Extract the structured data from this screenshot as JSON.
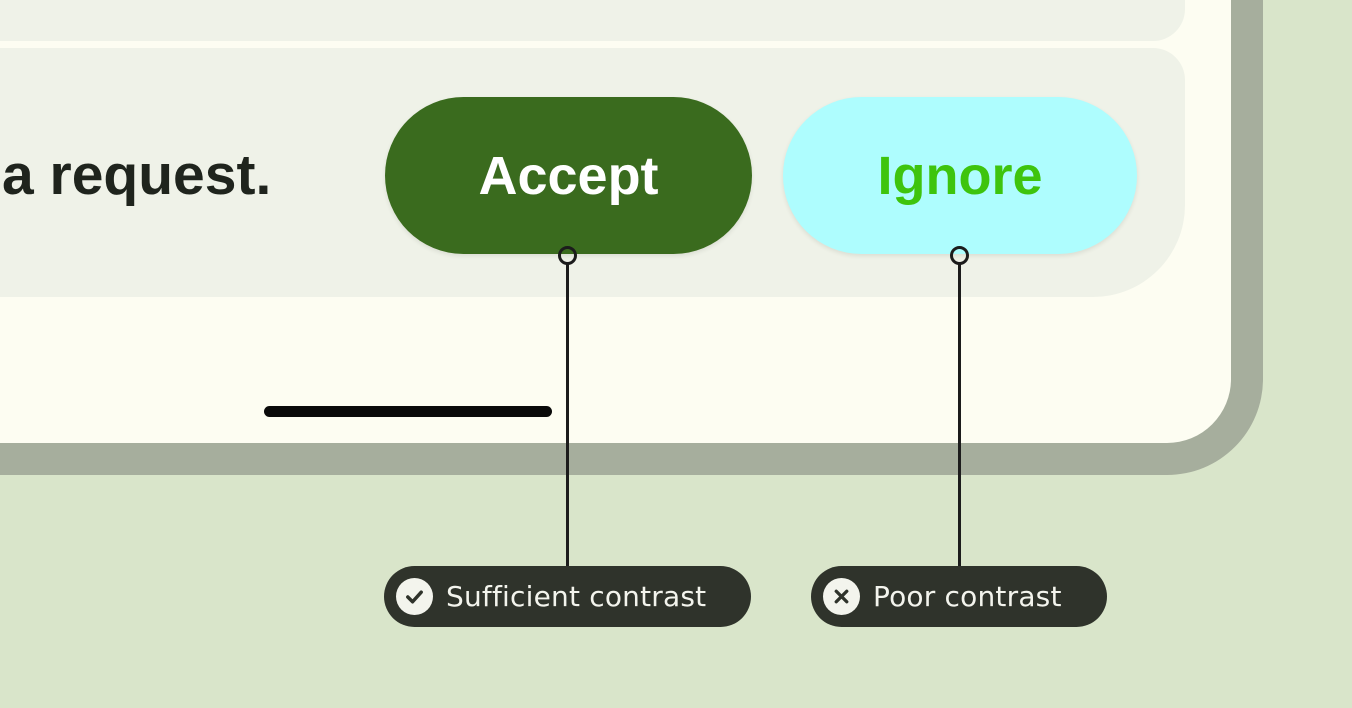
{
  "colors": {
    "page_bg": "#d9e5ca",
    "frame": "#a6ae9d",
    "screen_bg": "#fdfdf2",
    "card_bg": "#eff2e8",
    "accept_bg": "#3a6b1e",
    "accept_text": "#ffffff",
    "ignore_bg": "#aefdfe",
    "ignore_text": "#3ec40d",
    "message_text": "#1f241d",
    "connector": "#1c1c1c",
    "home_indicator": "#0a0a0a",
    "callout_bg": "#2f332b",
    "callout_text": "#f3f4ed"
  },
  "phone": {
    "message_text": "a request.",
    "accept_label": "Accept",
    "ignore_label": "Ignore"
  },
  "callouts": {
    "sufficient": {
      "label": "Sufficient contrast",
      "icon": "check-circle"
    },
    "poor": {
      "label": "Poor contrast",
      "icon": "x-circle"
    }
  }
}
